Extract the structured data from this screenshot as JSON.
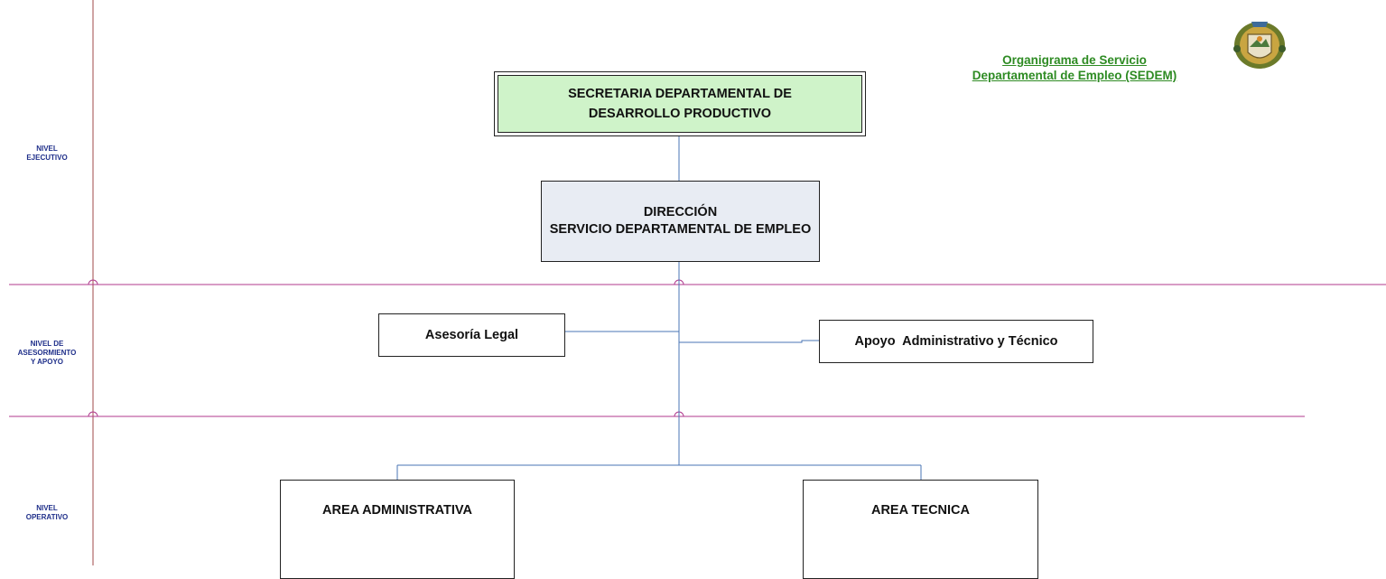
{
  "header": {
    "title_line1": "Organigrama de Servicio",
    "title_line2": "Departamental de Empleo (SEDEM)"
  },
  "levels": {
    "ejecutivo": "NIVEL\nEJECUTIVO",
    "asesoramiento": "NIVEL DE\nASESORMIENTO\nY APOYO",
    "operativo": "NIVEL\nOPERATIVO"
  },
  "boxes": {
    "secretaria": "SECRETARIA DEPARTAMENTAL DE DESARROLLO PRODUCTIVO",
    "direccion": "DIRECCIÓN\nSERVICIO DEPARTAMENTAL DE EMPLEO",
    "asesoria_legal": "Asesoría Legal",
    "apoyo": "Apoyo  Administrativo y Técnico",
    "area_administrativa": "AREA ADMINISTRATIVA",
    "area_tecnica": "AREA TECNICA"
  },
  "colors": {
    "connector": "#4a74b4",
    "level_divider": "#b03a8e",
    "secretaria_fill": "#cff3c9",
    "direccion_fill": "#e8ecf3",
    "title_green": "#2e8b23",
    "level_text": "#1f2f8a"
  },
  "icons": {
    "emblem": "coat-of-arms-icon"
  }
}
